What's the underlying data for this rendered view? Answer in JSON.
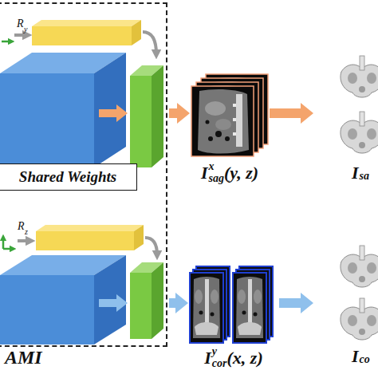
{
  "diagram": {
    "nodes": [
      {
        "text": [
          "AMI"
        ]
      },
      {
        "text": [
          "Shared Weights"
        ],
        "in": 0
      },
      {
        "text": [
          "I",
          "x",
          "sag",
          "(y, z)"
        ]
      },
      {
        "text": [
          "I",
          "sa"
        ]
      },
      {
        "text": [
          "I",
          "y",
          "cor",
          "(x, z)"
        ]
      },
      {
        "text": [
          "I",
          "co"
        ]
      }
    ],
    "edges": [
      {
        "from": 0,
        "to": 2,
        "arrow": "to"
      },
      {
        "from": 2,
        "to": 3,
        "arrow": "to"
      },
      {
        "from": 0,
        "to": 4,
        "arrow": "to"
      },
      {
        "from": 4,
        "to": 5,
        "arrow": "to"
      }
    ],
    "labels": [
      "R",
      "y",
      "R",
      "z"
    ]
  }
}
